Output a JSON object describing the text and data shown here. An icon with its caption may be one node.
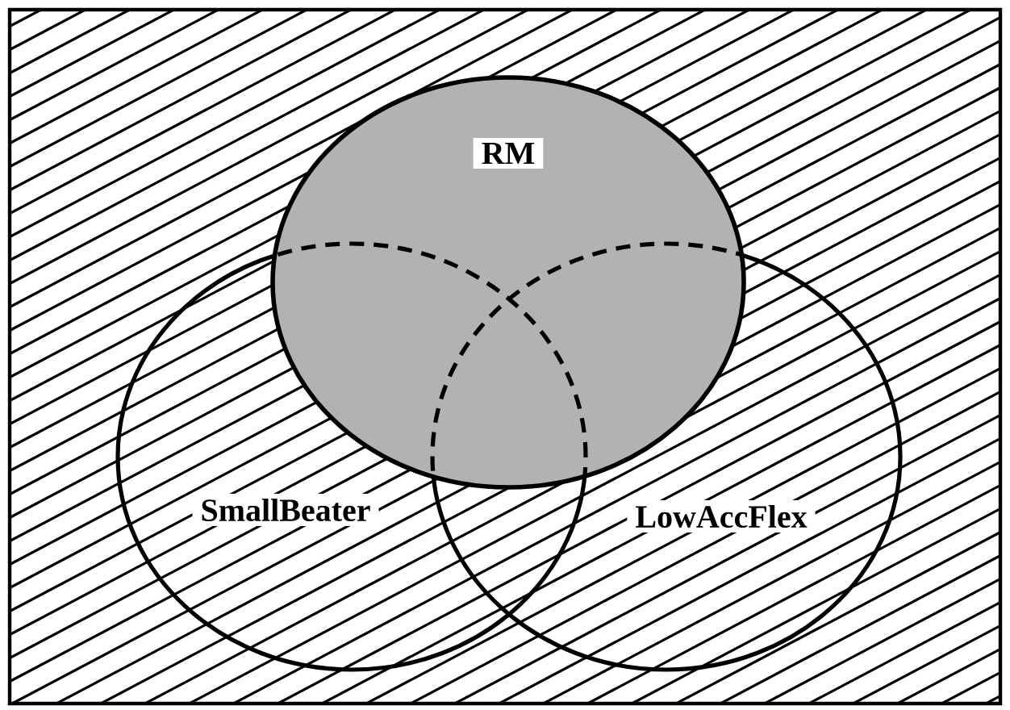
{
  "diagram": {
    "nodes": [
      {
        "text": [],
        "shape": "box"
      },
      {
        "text": [
          "RM"
        ],
        "in": 0
      },
      {
        "text": [
          "SmallBeater"
        ],
        "in": 0
      },
      {
        "text": [
          "LowAccFlex"
        ],
        "in": 0
      }
    ]
  }
}
